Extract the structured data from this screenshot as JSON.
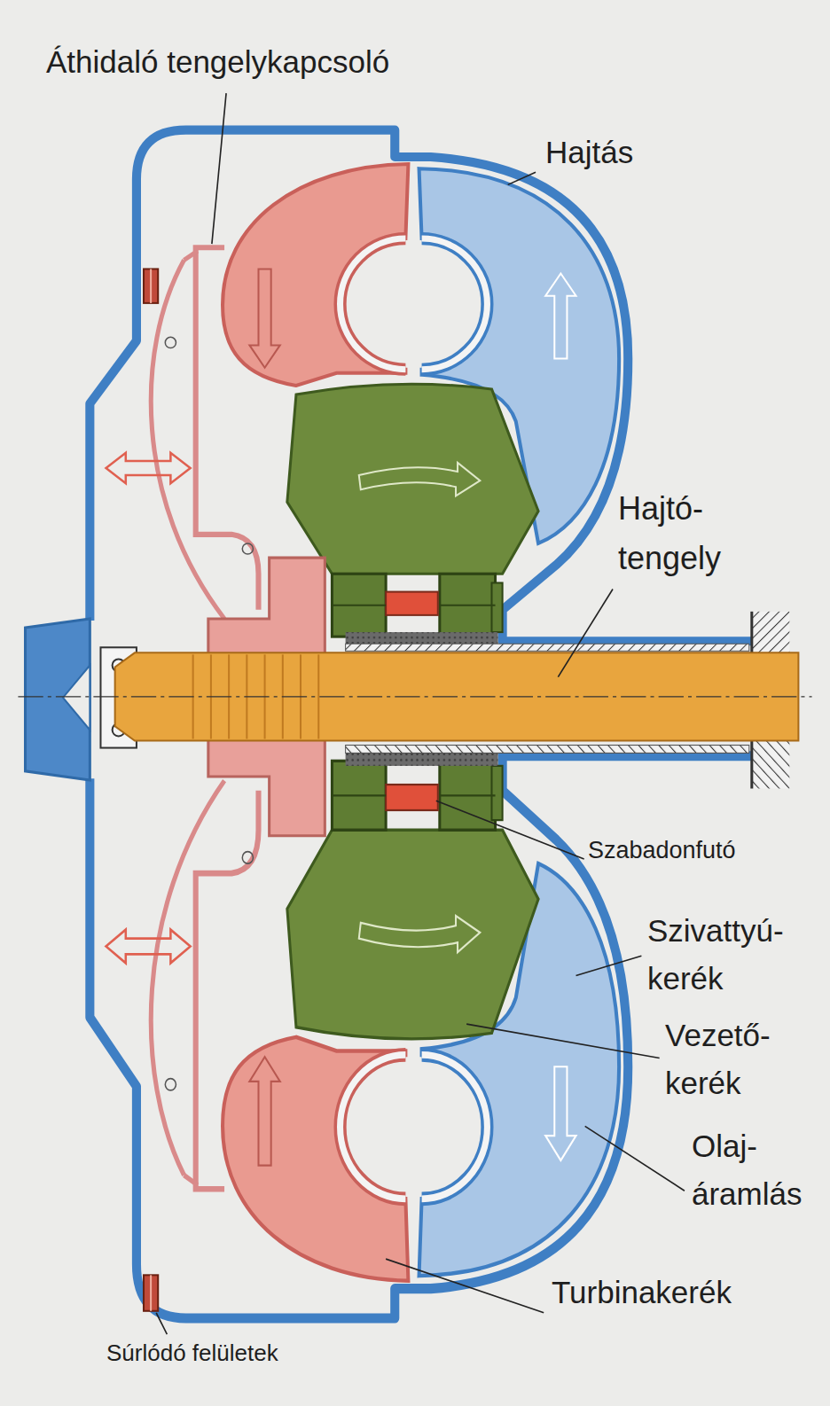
{
  "diagram": {
    "labels": [
      "Áthidaló tengelykapcsoló",
      "Hajtás",
      "Hajtó- tengely",
      "Szabadonfutó",
      "Szivattyú- kerék",
      "Vezető- kerék",
      "Olaj- áramlás",
      "Turbinakerék",
      "Súrlódó felületek"
    ]
  }
}
